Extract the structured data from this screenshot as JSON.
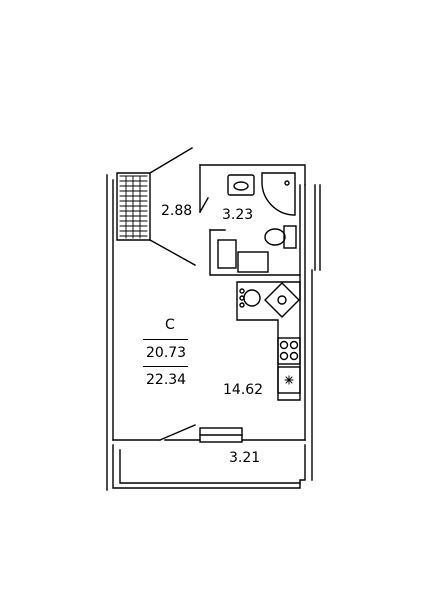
{
  "rooms": {
    "loggia_area": "2.88",
    "bathroom_area": "3.23",
    "main_room_area": "14.62",
    "balcony_area": "3.21"
  },
  "legend": {
    "apartment_type": "С",
    "living_area": "20.73",
    "total_area": "22.34"
  },
  "colors": {
    "wall": "#000000",
    "background": "#ffffff"
  }
}
